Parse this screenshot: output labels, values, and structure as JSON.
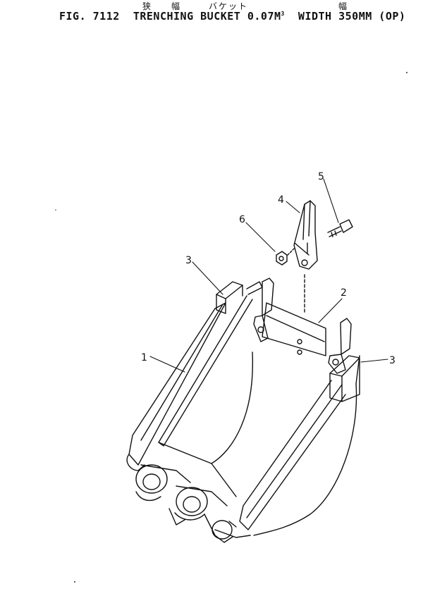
{
  "header": {
    "jp_narrow": "狭",
    "jp_width": "幅",
    "jp_bucket": "バケット",
    "jp_width2": "幅",
    "fig": "FIG. 7112",
    "title_main": "TRENCHING BUCKET 0.07M",
    "title_sup": "3",
    "title_rest": "WIDTH 350MM (OP)"
  },
  "callouts": [
    "1",
    "2",
    "3",
    "3",
    "4",
    "5",
    "6"
  ]
}
